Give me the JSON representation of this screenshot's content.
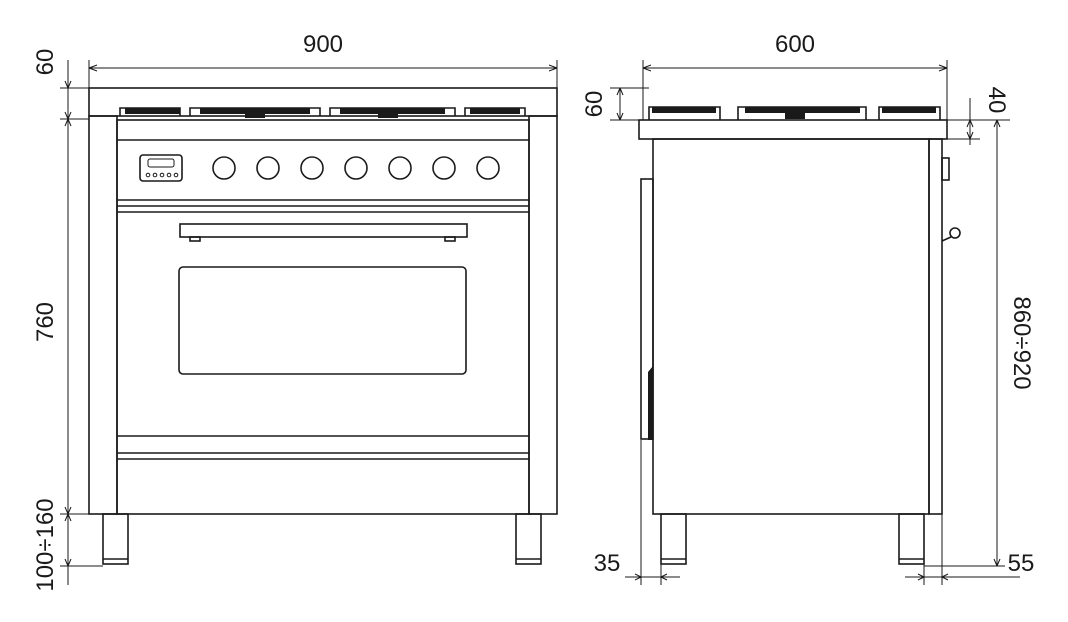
{
  "front_view": {
    "width_label": "900",
    "top_label": "60",
    "height_label": "760",
    "feet_label": "100÷160"
  },
  "side_view": {
    "depth_label": "600",
    "top_label": "60",
    "top_small_label": "40",
    "total_height_label": "860÷920",
    "foot_offset_left_label": "35",
    "foot_offset_right_label": "55"
  }
}
